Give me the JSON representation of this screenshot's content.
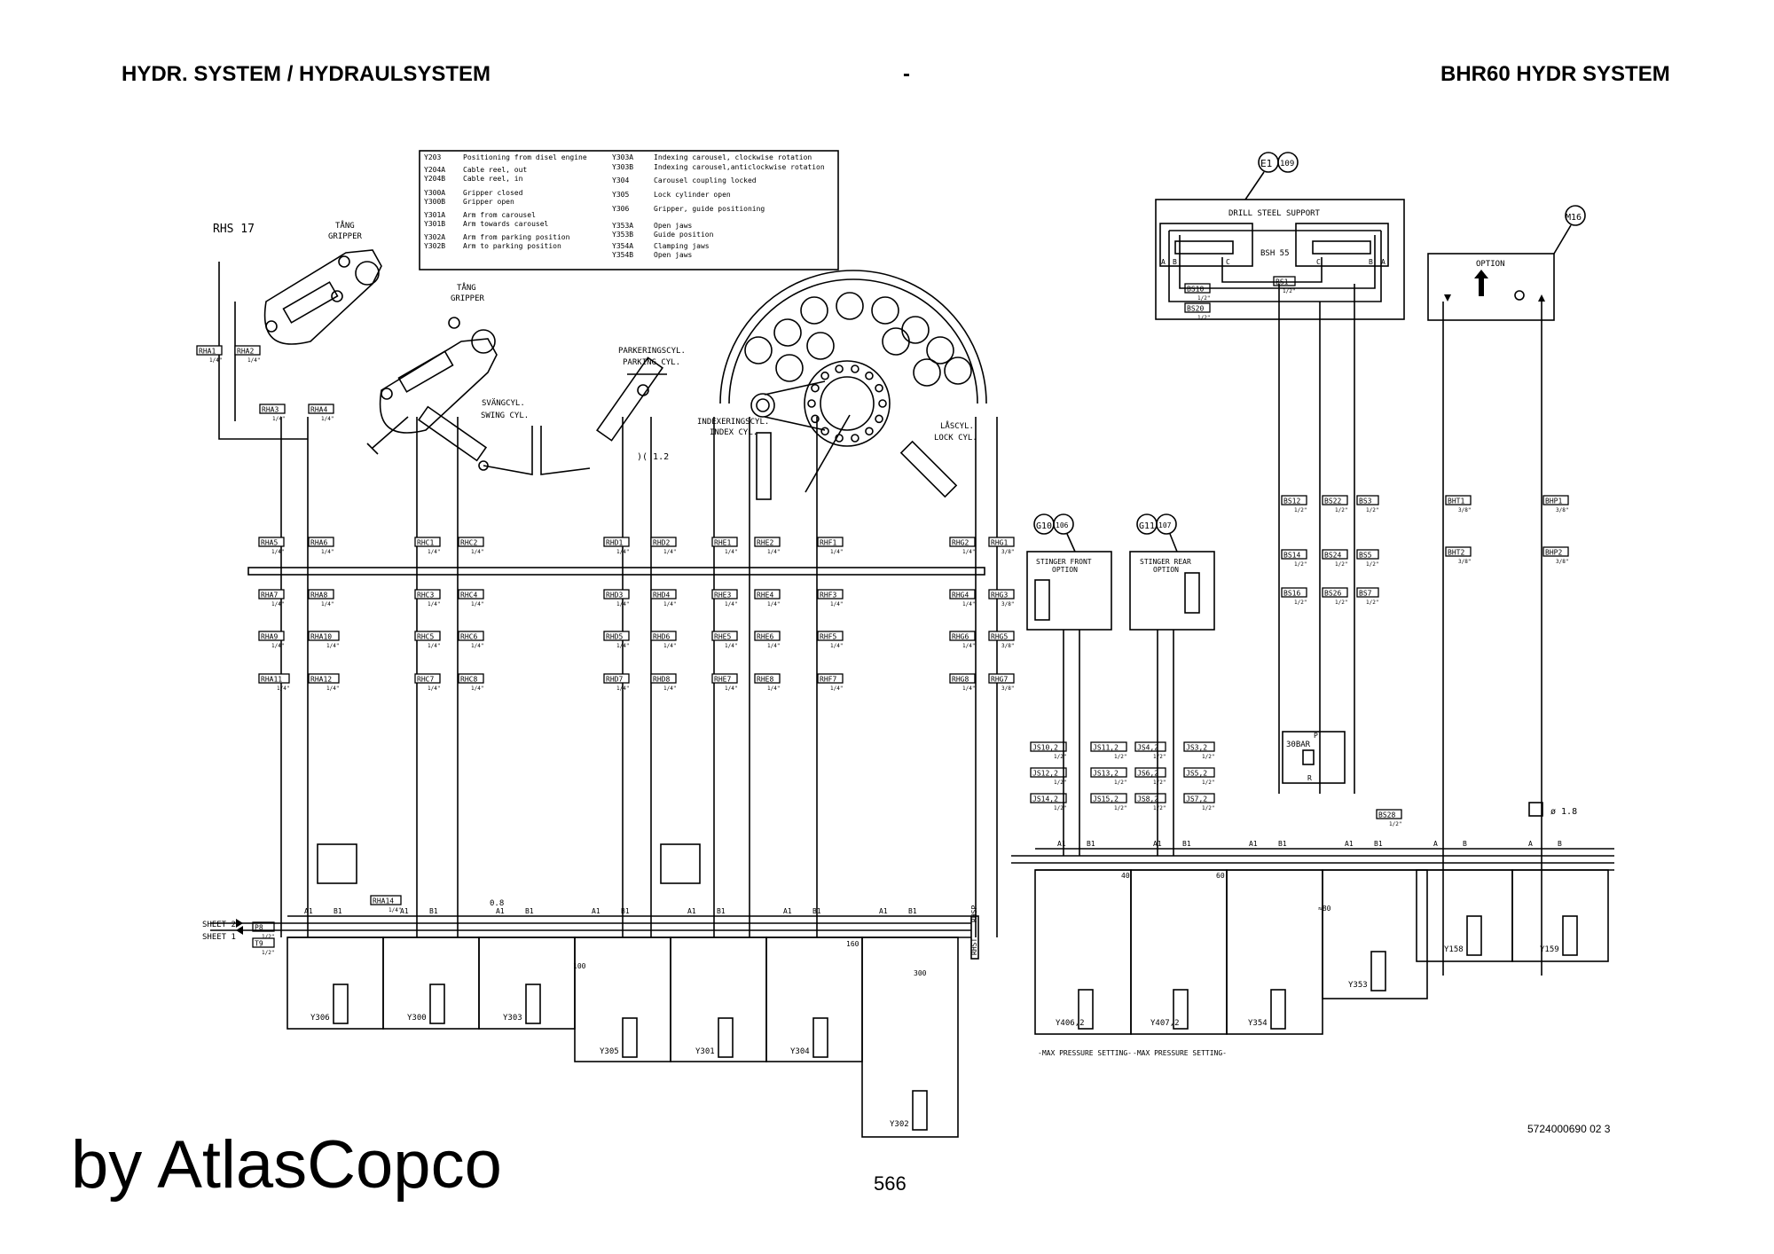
{
  "header": {
    "left": "HYDR. SYSTEM / HYDRAULSYSTEM",
    "middle": "-",
    "right": "BHR60 HYDR SYSTEM"
  },
  "legend": {
    "left": [
      {
        "code": "Y203",
        "desc": "Positioning from disel engine"
      },
      {
        "code": "Y204A",
        "desc": "Cable reel, out"
      },
      {
        "code": "Y204B",
        "desc": "Cable reel, in"
      },
      {
        "code": "Y300A",
        "desc": "Gripper closed"
      },
      {
        "code": "Y300B",
        "desc": "Gripper open"
      },
      {
        "code": "Y301A",
        "desc": "Arm from carousel"
      },
      {
        "code": "Y301B",
        "desc": "Arm towards  carousel"
      },
      {
        "code": "Y302A",
        "desc": "Arm from parking position"
      },
      {
        "code": "Y302B",
        "desc": "Arm to parking position"
      }
    ],
    "right": [
      {
        "code": "Y303A",
        "desc": "Indexing carousel, clockwise rotation"
      },
      {
        "code": "Y303B",
        "desc": "Indexing carousel,anticlockwise rotation"
      },
      {
        "code": "Y304",
        "desc": "Carousel coupling locked"
      },
      {
        "code": "Y305",
        "desc": "Lock cylinder open"
      },
      {
        "code": "Y306",
        "desc": "Gripper, guide positioning"
      },
      {
        "code": "Y353A",
        "desc": "Open jaws"
      },
      {
        "code": "Y353B",
        "desc": "Guide position"
      },
      {
        "code": "Y354A",
        "desc": "Clamping jaws"
      },
      {
        "code": "Y354B",
        "desc": "Open jaws"
      }
    ]
  },
  "labels": {
    "rhs": "RHS 17",
    "gripper1": [
      "TÅNG",
      "GRIPPER"
    ],
    "gripper2": [
      "TÅNG",
      "GRIPPER"
    ],
    "swing": [
      "SVÄNGCYL.",
      "SWING CYL."
    ],
    "parking": [
      "PARKERINGSCYL.",
      "PARKING CYL."
    ],
    "index": [
      "INDEXERINGSCYL.",
      "INDEX CYL."
    ],
    "lock": [
      "LÅSCYL.",
      "LOCK CYL."
    ],
    "orifice_12": ")( 1.2",
    "orifice_08": "0.8",
    "orifice_18": "ø 1.8",
    "dss_title": "DRILL STEEL SUPPORT",
    "dss_model": "BSH 55",
    "dss_ports": [
      "A",
      "B",
      "C",
      "C",
      "B",
      "A"
    ],
    "dss_ref": [
      "E1",
      "109"
    ],
    "option_title": "OPTION",
    "option_ref": "M16",
    "stinger_front": [
      "STINGER FRONT",
      "OPTION"
    ],
    "stinger_front_ref": [
      "G10",
      "106"
    ],
    "stinger_rear": [
      "STINGER REAR",
      "OPTION"
    ],
    "stinger_rear_ref": [
      "G11",
      "107"
    ],
    "relief_30bar": "30BAR",
    "relief_ports": [
      "P",
      "R"
    ],
    "sheet2": "SHEET 2",
    "sheet1": "SHEET 1",
    "max_pressure_1": "-MAX PRESSURE SETTING-",
    "max_pressure_2": "-MAX PRESSURE SETTING-",
    "rhsp": "RHSP",
    "rhst": "RHST",
    "pressures": [
      "100",
      "160",
      "300",
      "40",
      "60",
      "≈80"
    ]
  },
  "hose_tags": [
    {
      "id": "RHA1",
      "size": "1/4\""
    },
    {
      "id": "RHA2",
      "size": "1/4\""
    },
    {
      "id": "RHA3",
      "size": "1/4\""
    },
    {
      "id": "RHA4",
      "size": "1/4\""
    },
    {
      "id": "RHA5",
      "size": "1/4\""
    },
    {
      "id": "RHA6",
      "size": "1/4\""
    },
    {
      "id": "RHC1",
      "size": "1/4\""
    },
    {
      "id": "RHC2",
      "size": "1/4\""
    },
    {
      "id": "RHD1",
      "size": "1/4\""
    },
    {
      "id": "RHD2",
      "size": "1/4\""
    },
    {
      "id": "RHE1",
      "size": "1/4\""
    },
    {
      "id": "RHE2",
      "size": "1/4\""
    },
    {
      "id": "RHF1",
      "size": "1/4\""
    },
    {
      "id": "RHG2",
      "size": "1/4\""
    },
    {
      "id": "RHG1",
      "size": "3/8\""
    },
    {
      "id": "RHA7",
      "size": "1/4\""
    },
    {
      "id": "RHA8",
      "size": "1/4\""
    },
    {
      "id": "RHC3",
      "size": "1/4\""
    },
    {
      "id": "RHC4",
      "size": "1/4\""
    },
    {
      "id": "RHD3",
      "size": "1/4\""
    },
    {
      "id": "RHD4",
      "size": "1/4\""
    },
    {
      "id": "RHE3",
      "size": "1/4\""
    },
    {
      "id": "RHE4",
      "size": "1/4\""
    },
    {
      "id": "RHF3",
      "size": "1/4\""
    },
    {
      "id": "RHG4",
      "size": "1/4\""
    },
    {
      "id": "RHG3",
      "size": "3/8\""
    },
    {
      "id": "RHA9",
      "size": "1/4\""
    },
    {
      "id": "RHA10",
      "size": "1/4\""
    },
    {
      "id": "RHC5",
      "size": "1/4\""
    },
    {
      "id": "RHC6",
      "size": "1/4\""
    },
    {
      "id": "RHD5",
      "size": "1/4\""
    },
    {
      "id": "RHD6",
      "size": "1/4\""
    },
    {
      "id": "RHE5",
      "size": "1/4\""
    },
    {
      "id": "RHE6",
      "size": "1/4\""
    },
    {
      "id": "RHF5",
      "size": "1/4\""
    },
    {
      "id": "RHG6",
      "size": "1/4\""
    },
    {
      "id": "RHG5",
      "size": "3/8\""
    },
    {
      "id": "RHA11",
      "size": "1/4\""
    },
    {
      "id": "RHA12",
      "size": "1/4\""
    },
    {
      "id": "RHC7",
      "size": "1/4\""
    },
    {
      "id": "RHC8",
      "size": "1/4\""
    },
    {
      "id": "RHD7",
      "size": "1/4\""
    },
    {
      "id": "RHD8",
      "size": "1/4\""
    },
    {
      "id": "RHE7",
      "size": "1/4\""
    },
    {
      "id": "RHE8",
      "size": "1/4\""
    },
    {
      "id": "RHF7",
      "size": "1/4\""
    },
    {
      "id": "RHG8",
      "size": "1/4\""
    },
    {
      "id": "RHG7",
      "size": "3/8\""
    },
    {
      "id": "RHA14",
      "size": "1/4\""
    },
    {
      "id": "P8",
      "size": "1/2\""
    },
    {
      "id": "T9",
      "size": "1/2\""
    },
    {
      "id": "BS10",
      "size": "1/2\""
    },
    {
      "id": "BS1",
      "size": "1/2\""
    },
    {
      "id": "BS20",
      "size": "1/2\""
    },
    {
      "id": "BS12",
      "size": "1/2\""
    },
    {
      "id": "BS22",
      "size": "1/2\""
    },
    {
      "id": "BS3",
      "size": "1/2\""
    },
    {
      "id": "BS14",
      "size": "1/2\""
    },
    {
      "id": "BS24",
      "size": "1/2\""
    },
    {
      "id": "BS5",
      "size": "1/2\""
    },
    {
      "id": "BS16",
      "size": "1/2\""
    },
    {
      "id": "BS26",
      "size": "1/2\""
    },
    {
      "id": "BS7",
      "size": "1/2\""
    },
    {
      "id": "BS28",
      "size": "1/2\""
    },
    {
      "id": "BHT1",
      "size": "3/8\""
    },
    {
      "id": "BHP1",
      "size": "3/8\""
    },
    {
      "id": "BHT2",
      "size": "3/8\""
    },
    {
      "id": "BHP2",
      "size": "3/8\""
    },
    {
      "id": "JS10,2",
      "size": "1/2\""
    },
    {
      "id": "JS11,2",
      "size": "1/2\""
    },
    {
      "id": "JS4,2",
      "size": "1/2\""
    },
    {
      "id": "JS3,2",
      "size": "1/2\""
    },
    {
      "id": "JS12,2",
      "size": "1/2\""
    },
    {
      "id": "JS13,2",
      "size": "1/2\""
    },
    {
      "id": "JS6,2",
      "size": "1/2\""
    },
    {
      "id": "JS5,2",
      "size": "1/2\""
    },
    {
      "id": "JS14,2",
      "size": "1/2\""
    },
    {
      "id": "JS15,2",
      "size": "1/2\""
    },
    {
      "id": "JS8,2",
      "size": "1/2\""
    },
    {
      "id": "JS7,2",
      "size": "1/2\""
    }
  ],
  "valves": [
    "Y306",
    "Y300",
    "Y303",
    "Y305",
    "Y301",
    "Y304",
    "Y302",
    "Y406,2",
    "Y407,2",
    "Y354",
    "Y353",
    "Y158",
    "Y159"
  ],
  "ports": {
    "a1": "A1",
    "b1": "B1",
    "a": "A",
    "b": "B",
    "sol_a": "a",
    "sol_b": "b"
  },
  "footer": {
    "watermark": "by AtlasCopco",
    "page_number": "566",
    "doc_id": "5724000690 02 3"
  }
}
